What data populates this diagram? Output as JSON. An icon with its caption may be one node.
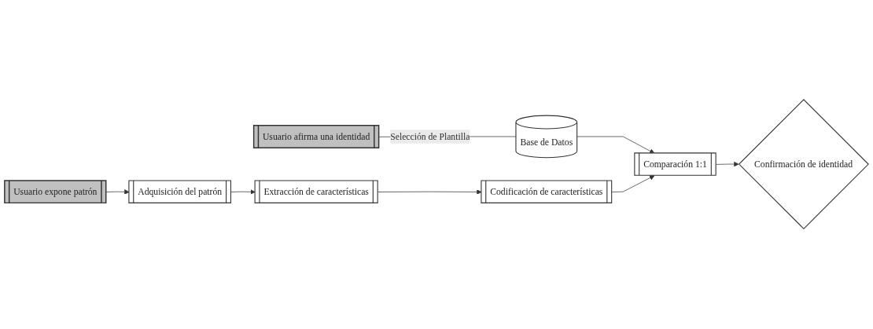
{
  "diagram": {
    "nodes": [
      {
        "text": [
          "Usuario afirma una identidad"
        ]
      },
      {
        "text": [
          "Base de Datos"
        ]
      },
      {
        "text": [
          "Usuario expone patrón"
        ]
      },
      {
        "text": [
          "Adquisición del patrón"
        ]
      },
      {
        "text": [
          "Extracción de características"
        ]
      },
      {
        "text": [
          "Codificación de características"
        ]
      },
      {
        "text": [
          "Comparación 1:1"
        ]
      },
      {
        "text": [
          "Confirmación de identidad"
        ]
      }
    ],
    "edges": [
      {
        "from": 0,
        "to": 1,
        "arrow": "none",
        "label": "Selección de Plantilla"
      },
      {
        "from": 1,
        "to": 6,
        "arrow": "to"
      },
      {
        "from": 2,
        "to": 3,
        "arrow": "to"
      },
      {
        "from": 3,
        "to": 4,
        "arrow": "to"
      },
      {
        "from": 4,
        "to": 5,
        "arrow": "to"
      },
      {
        "from": 5,
        "to": 6,
        "arrow": "to"
      },
      {
        "from": 6,
        "to": 7,
        "arrow": "to"
      }
    ]
  }
}
